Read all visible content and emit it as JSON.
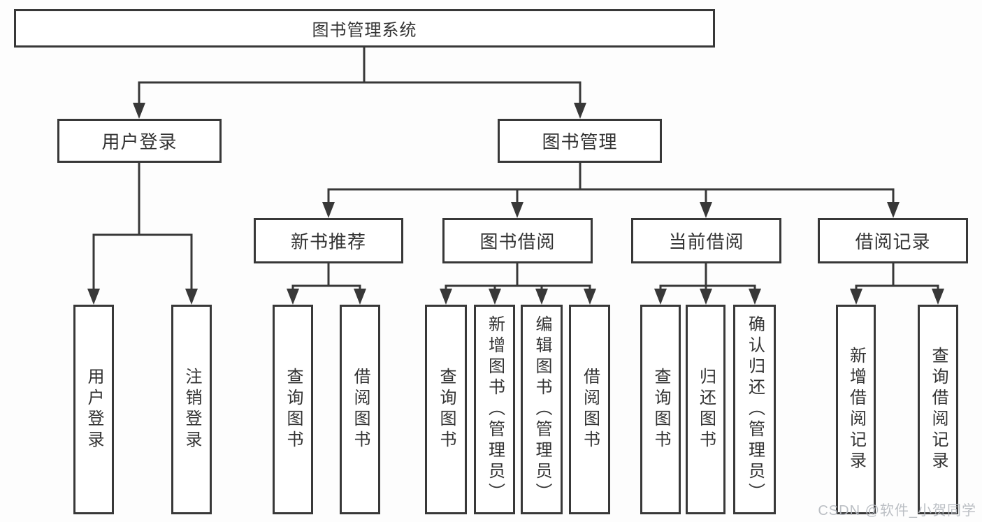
{
  "tree": {
    "root": {
      "label": "图书管理系统"
    },
    "children": [
      {
        "label": "用户登录",
        "children": [
          {
            "label": "用户登录"
          },
          {
            "label": "注销登录"
          }
        ]
      },
      {
        "label": "图书管理",
        "children": [
          {
            "label": "新书推荐",
            "children": [
              {
                "label": "查询图书"
              },
              {
                "label": "借阅图书"
              }
            ]
          },
          {
            "label": "图书借阅",
            "children": [
              {
                "label": "查询图书"
              },
              {
                "label": "新增图书（管理员）"
              },
              {
                "label": "编辑图书（管理员）"
              },
              {
                "label": "借阅图书"
              }
            ]
          },
          {
            "label": "当前借阅",
            "children": [
              {
                "label": "查询图书"
              },
              {
                "label": "归还图书"
              },
              {
                "label": "确认归还（管理员）"
              }
            ]
          },
          {
            "label": "借阅记录",
            "children": [
              {
                "label": "新增借阅记录"
              },
              {
                "label": "查询借阅记录"
              }
            ]
          }
        ]
      }
    ]
  },
  "watermark": {
    "text": "CSDN @软件_小贺同学"
  },
  "colors": {
    "line": "#383838",
    "box_border": "#383838",
    "box_fill": "#ffffff",
    "text": "#333333",
    "watermark": "#b6bac0",
    "background": "#fdfdfd"
  }
}
